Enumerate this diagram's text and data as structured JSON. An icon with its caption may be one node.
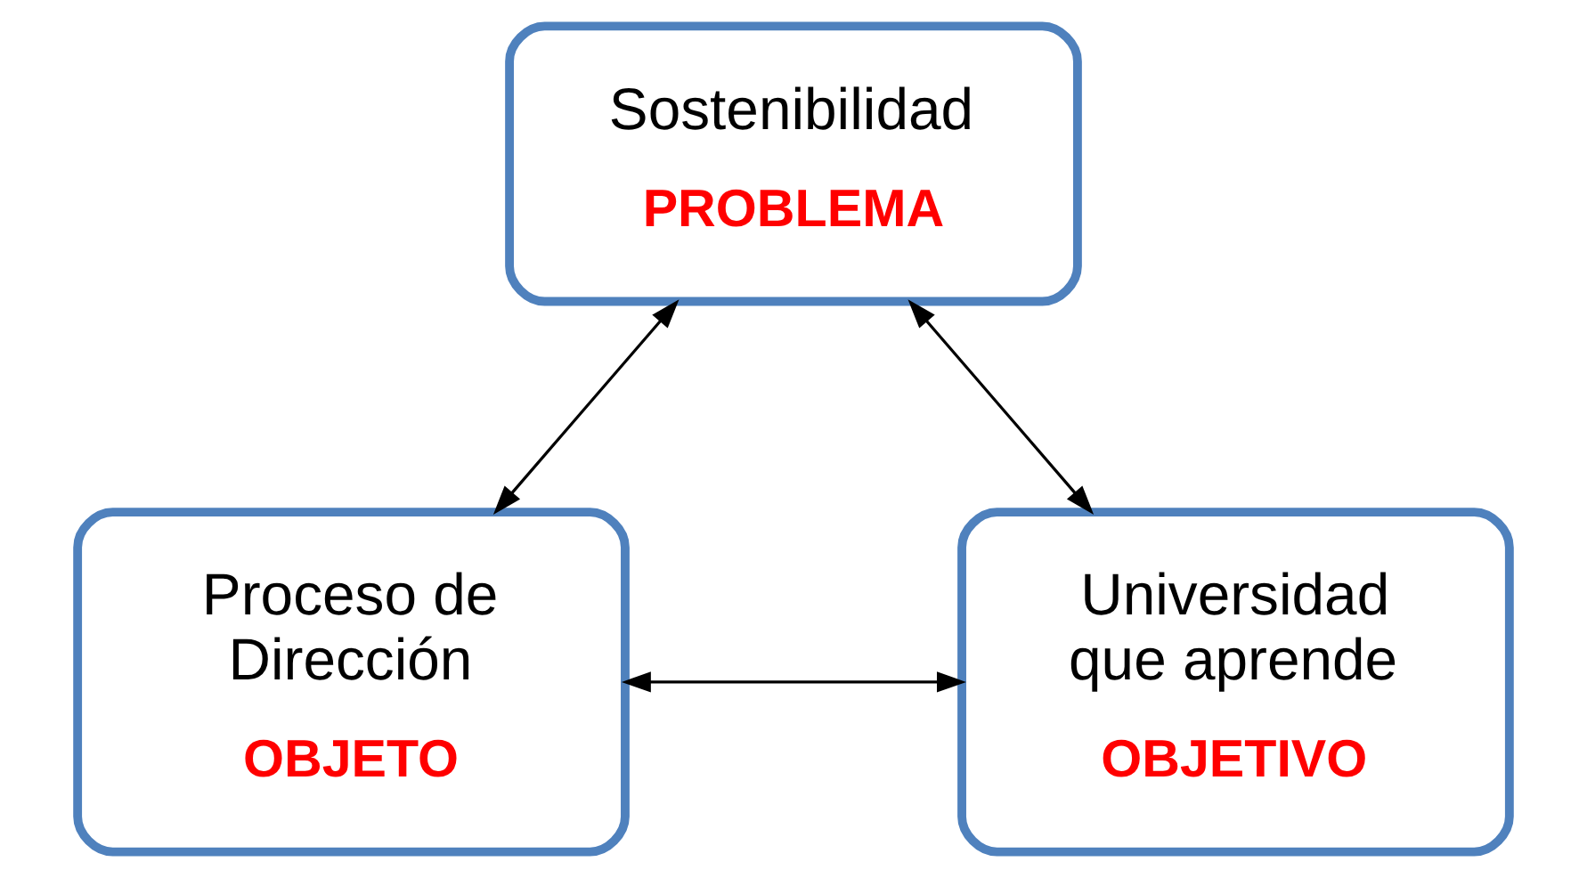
{
  "diagram": {
    "nodes": [
      {
        "text": [
          "Sostenibilidad",
          "PROBLEMA"
        ]
      },
      {
        "text": [
          "Proceso de Dirección",
          "OBJETO"
        ]
      },
      {
        "text": [
          "Universidad que aprende",
          "OBJETIVO"
        ]
      }
    ],
    "edges": [
      {
        "from": 0,
        "to": 1,
        "arrow": "both"
      },
      {
        "from": 0,
        "to": 2,
        "arrow": "both"
      },
      {
        "from": 1,
        "to": 2,
        "arrow": "both"
      }
    ]
  }
}
